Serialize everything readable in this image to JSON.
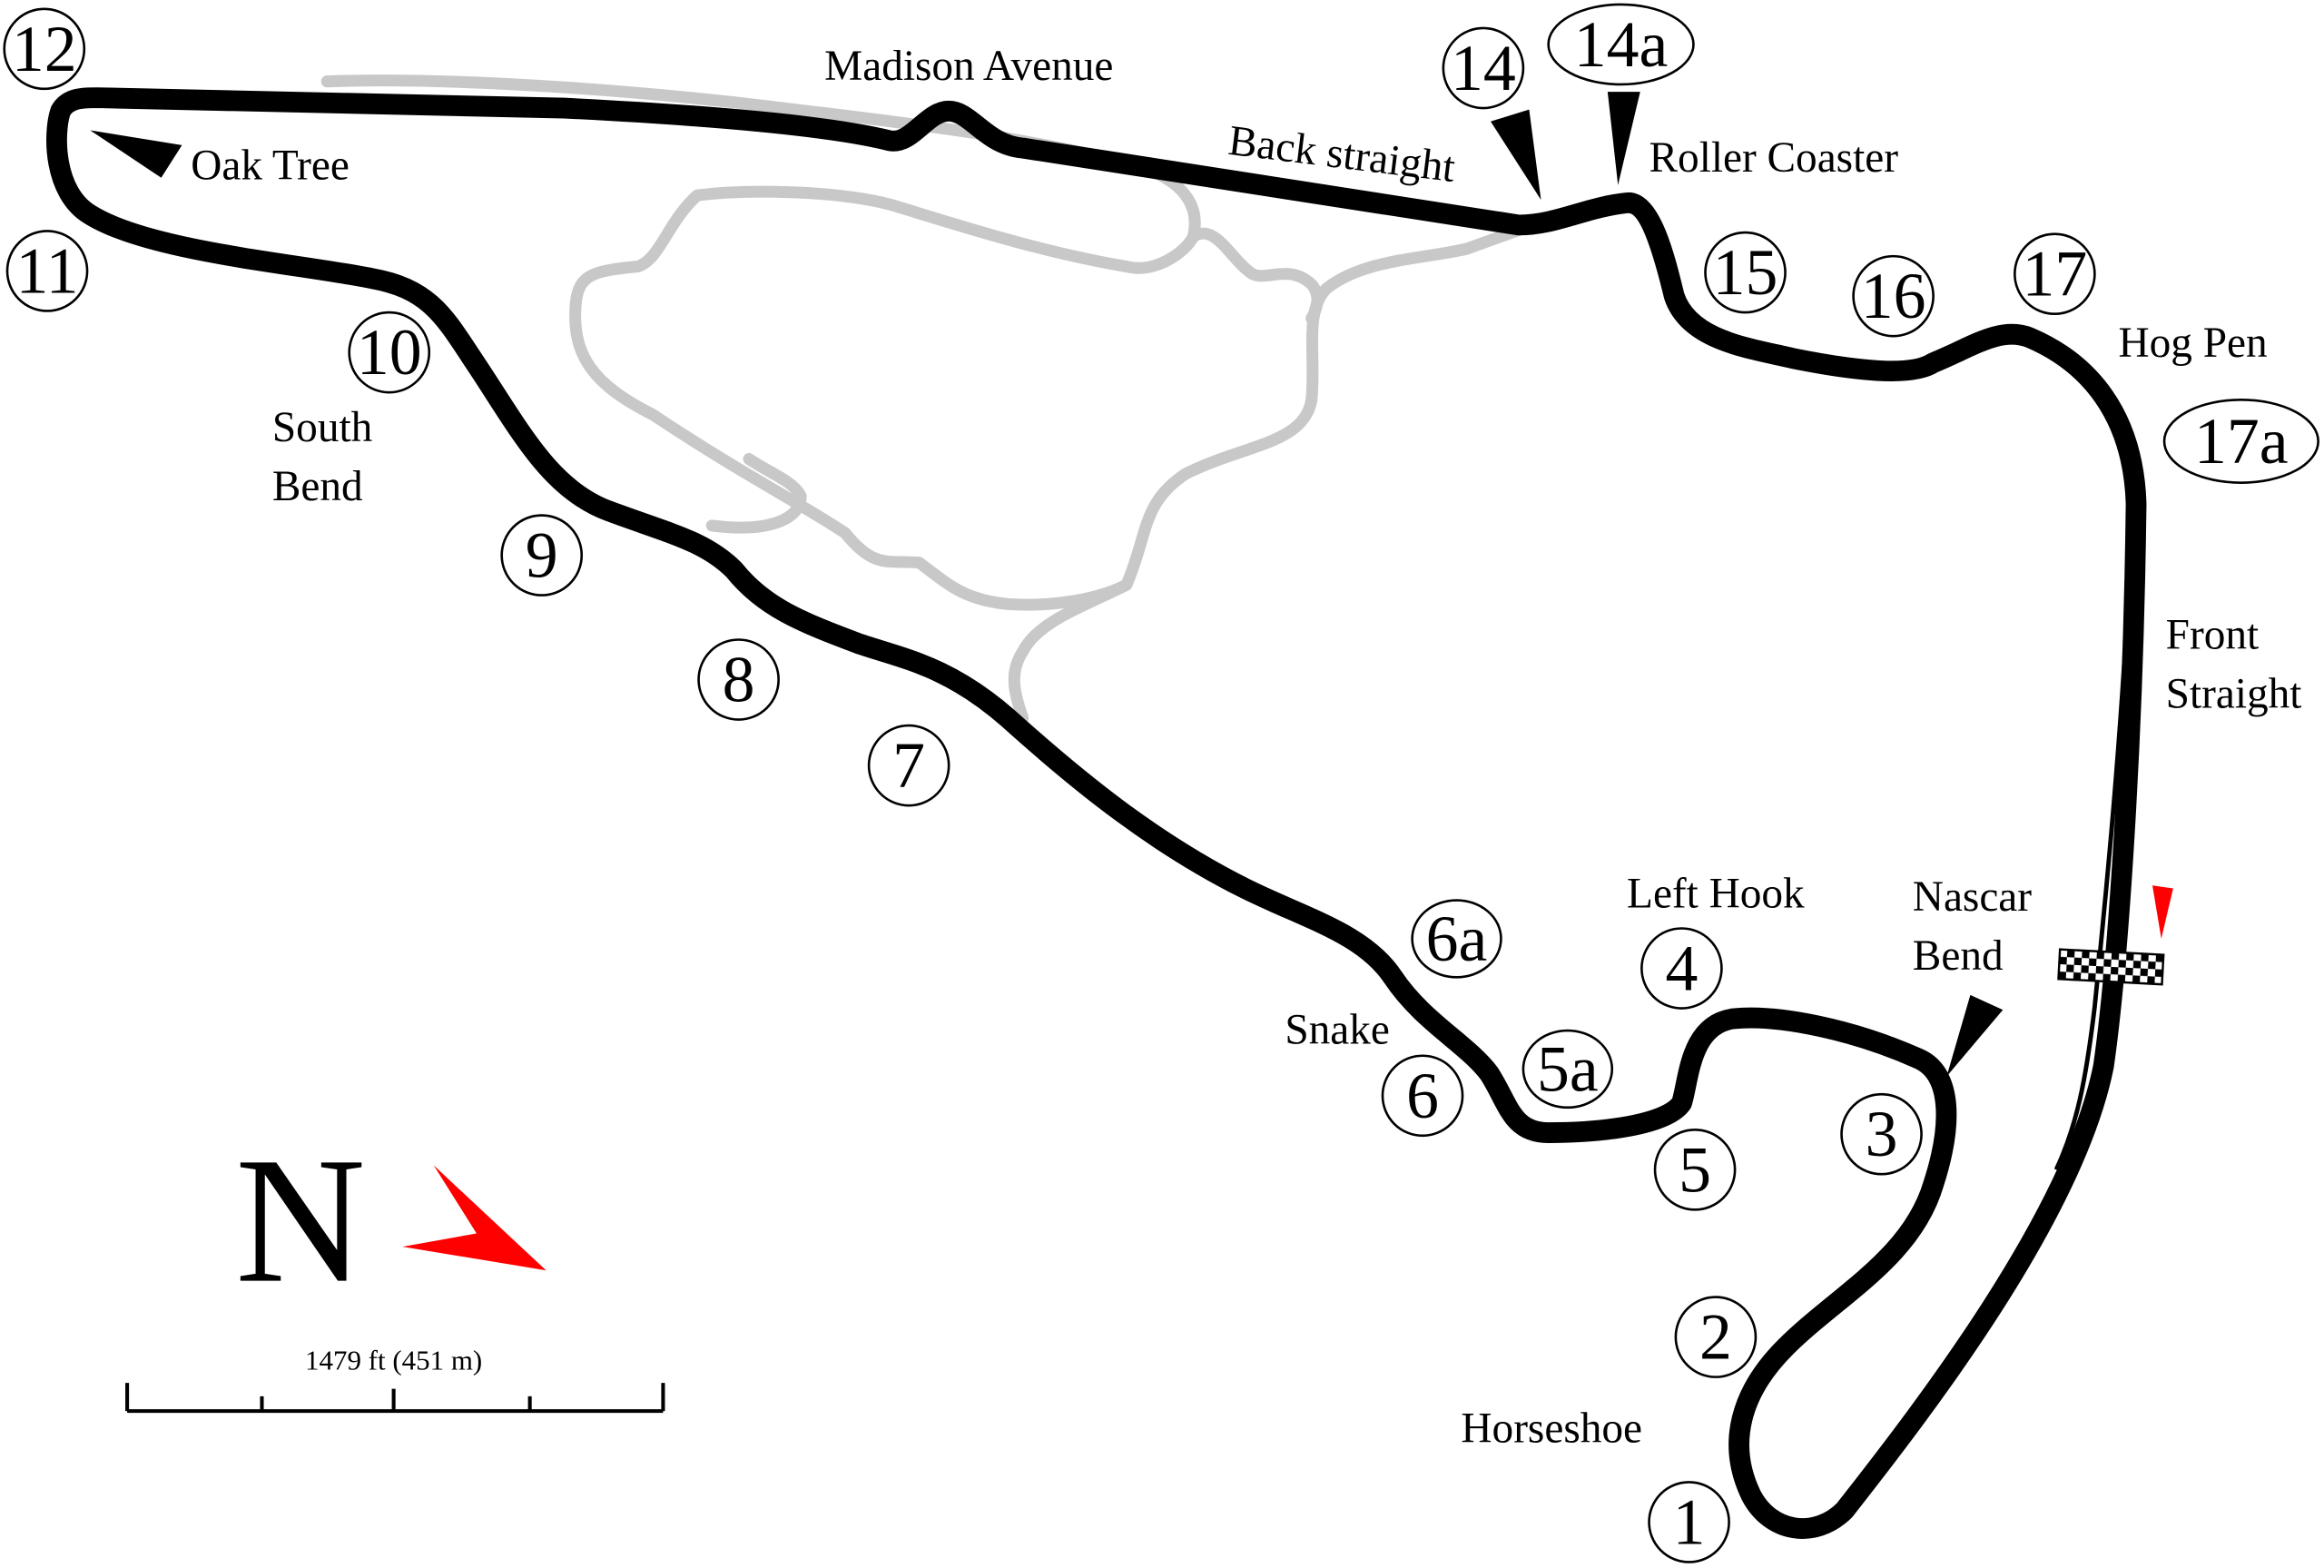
{
  "colors": {
    "track": "#000000",
    "old_track": "#c8c8c8",
    "direction_arrow": "#ff0000",
    "background": "#ffffff"
  },
  "turns": [
    "1",
    "2",
    "3",
    "4",
    "5",
    "5a",
    "6",
    "6a",
    "7",
    "8",
    "9",
    "10",
    "11",
    "12",
    "14",
    "14a",
    "15",
    "16",
    "17",
    "17a"
  ],
  "corner_names": {
    "madison_avenue": "Madison Avenue",
    "oak_tree": "Oak Tree",
    "back_straight": "Back straight",
    "roller_coaster": "Roller Coaster",
    "hog_pen": "Hog Pen",
    "front_straight_1": "Front",
    "front_straight_2": "Straight",
    "south_bend_1": "South",
    "south_bend_2": "Bend",
    "left_hook": "Left Hook",
    "nascar_bend_1": "Nascar",
    "nascar_bend_2": "Bend",
    "snake": "Snake",
    "horseshoe": "Horseshoe"
  },
  "compass": {
    "label": "N"
  },
  "scale": {
    "label": "1479 ft (451 m)"
  }
}
